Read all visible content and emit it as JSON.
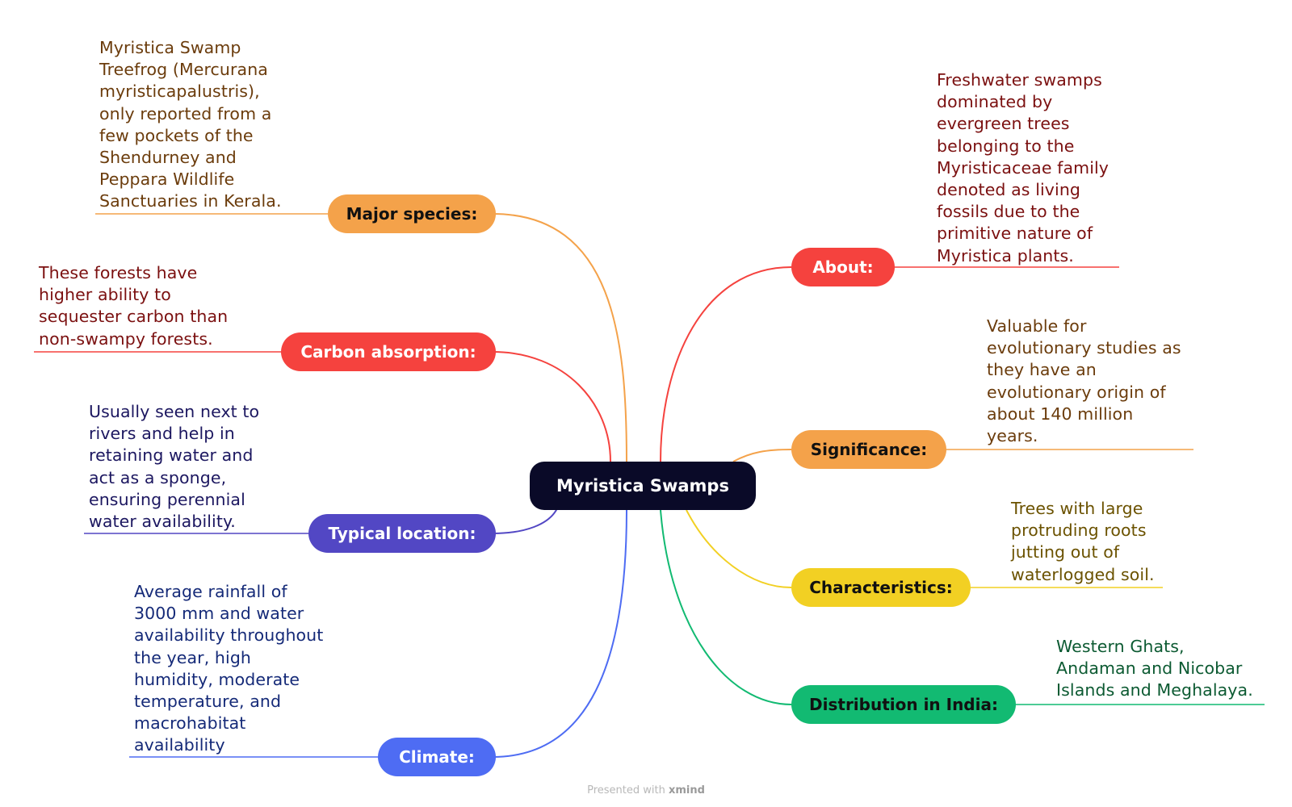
{
  "central": {
    "label": "Myristica Swamps",
    "color": "#0a0a28"
  },
  "topics": {
    "major_species": {
      "label": "Major species:",
      "note": "Myristica Swamp\nTreefrog (Mercurana\nmyristicapalustris),\nonly reported from a\nfew pockets of the\nShendurney and\nPeppara Wildlife\nSanctuaries in Kerala.",
      "color": "#f4a24a",
      "text_color": "#111111",
      "note_color": "#6b3c0c"
    },
    "carbon_absorption": {
      "label": "Carbon absorption:",
      "note": "These forests have\nhigher ability to\nsequester carbon than\nnon-swampy forests.",
      "color": "#f5423e",
      "text_color": "#ffffff",
      "note_color": "#7b1010"
    },
    "typical_location": {
      "label": "Typical location:",
      "note": "Usually seen next to\nrivers and help in\nretaining water and\nact as a sponge,\nensuring perennial\nwater availability.",
      "color": "#5247c4",
      "text_color": "#ffffff",
      "note_color": "#1c1760"
    },
    "climate": {
      "label": "Climate:",
      "note": "Average rainfall of\n3000 mm and water\navailability throughout\nthe year, high\nhumidity, moderate\ntemperature, and\nmacrohabitat\navailability",
      "color": "#4e6cf3",
      "text_color": "#ffffff",
      "note_color": "#152a78"
    },
    "about": {
      "label": "About:",
      "note": "Freshwater swamps\ndominated by\nevergreen trees\nbelonging to the\nMyristicaceae family\ndenoted as living\nfossils due to the\nprimitive nature of\nMyristica plants.",
      "color": "#f5423e",
      "text_color": "#ffffff",
      "note_color": "#7b1010"
    },
    "significance": {
      "label": "Significance:",
      "note": "Valuable for\nevolutionary studies as\nthey have an\nevolutionary origin of\nabout 140 million\nyears.",
      "color": "#f4a24a",
      "text_color": "#111111",
      "note_color": "#6b3c0c"
    },
    "characteristics": {
      "label": "Characteristics:",
      "note": "Trees with large\nprotruding roots\njutting out of\nwaterlogged soil.",
      "color": "#f2d023",
      "text_color": "#111111",
      "note_color": "#6b5200"
    },
    "distribution": {
      "label": "Distribution in India:",
      "note": "Western Ghats,\nAndaman and Nicobar\nIslands and Meghalaya.",
      "color": "#12ba72",
      "text_color": "#111111",
      "note_color": "#0c5a32"
    }
  },
  "footer": {
    "prefix": "Presented with",
    "brand": "xmind"
  }
}
